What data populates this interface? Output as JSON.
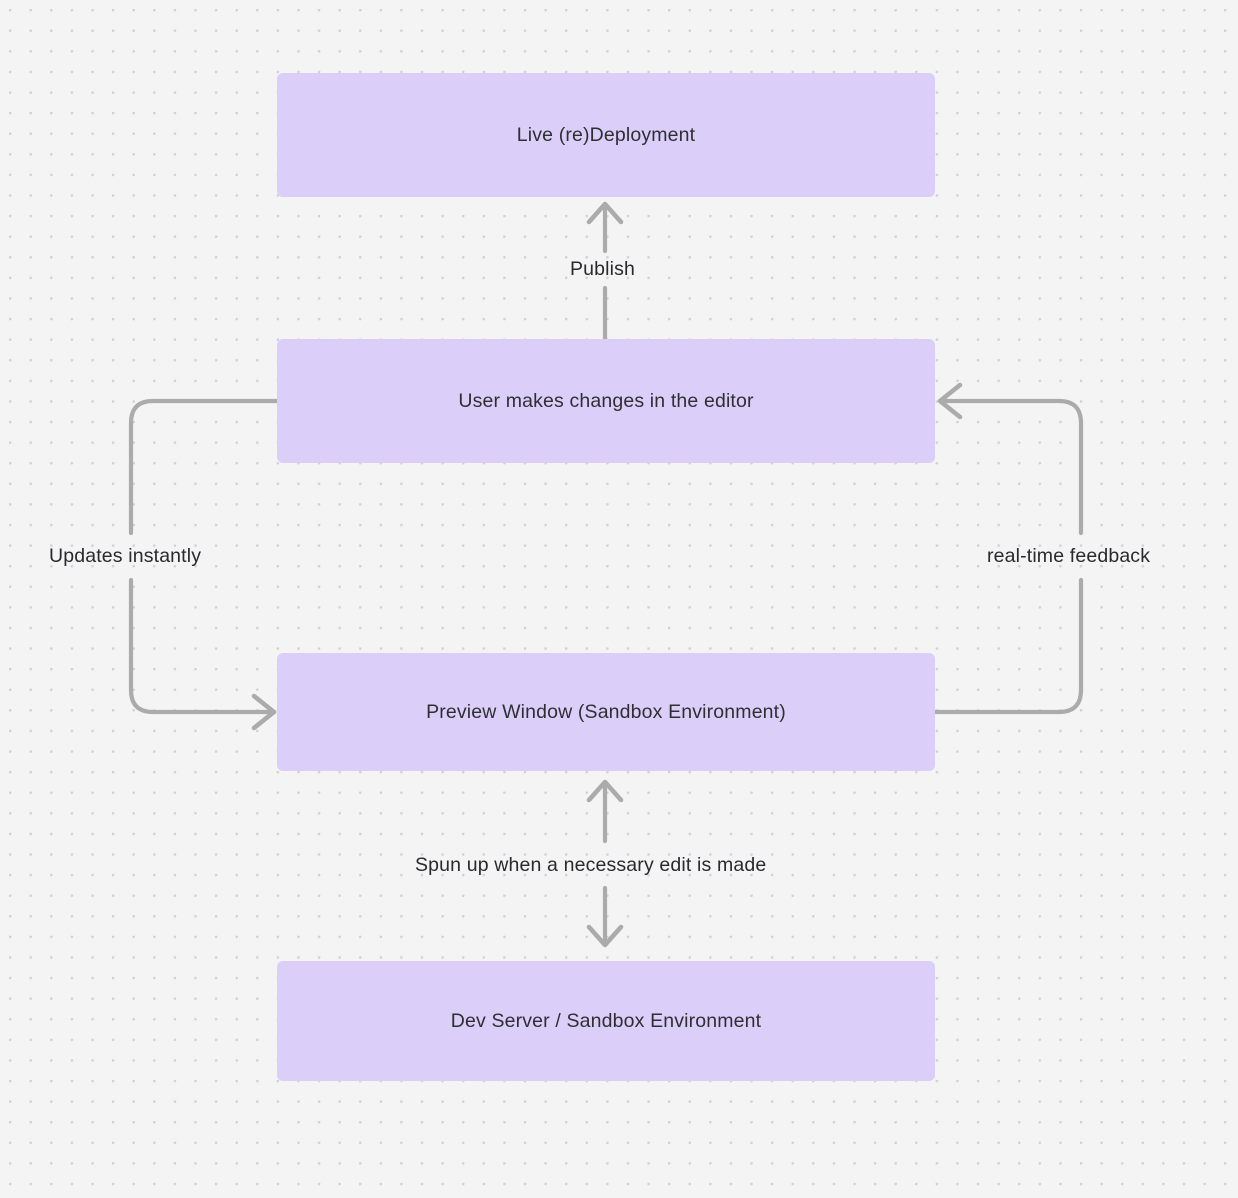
{
  "diagram": {
    "type": "flowchart",
    "background": {
      "color": "#f4f4f4",
      "grid": "dot-grid",
      "dot_color": "#d2d2d4"
    },
    "node_style": {
      "fill": "#dbcffa",
      "text_color": "#2f2f33"
    },
    "edge_style": {
      "stroke": "#ababab",
      "label_color": "#29292e"
    },
    "nodes": [
      {
        "id": "live-deployment",
        "label": "Live (re)Deployment"
      },
      {
        "id": "user-edits",
        "label": "User makes changes in the editor"
      },
      {
        "id": "preview-window",
        "label": "Preview Window (Sandbox Environment)"
      },
      {
        "id": "dev-server",
        "label": "Dev Server / Sandbox Environment"
      }
    ],
    "edges": [
      {
        "id": "publish",
        "from": "user-edits",
        "to": "live-deployment",
        "label": "Publish",
        "direction": "up"
      },
      {
        "id": "updates",
        "from": "user-edits",
        "to": "preview-window",
        "label": "Updates instantly",
        "direction": "left-loop-down"
      },
      {
        "id": "realtime",
        "from": "preview-window",
        "to": "user-edits",
        "label": "real-time feedback",
        "direction": "right-loop-up"
      },
      {
        "id": "spun-up",
        "from": "preview-window",
        "to": "dev-server",
        "label": "Spun up when a necessary edit is made",
        "direction": "bidirectional"
      }
    ]
  }
}
